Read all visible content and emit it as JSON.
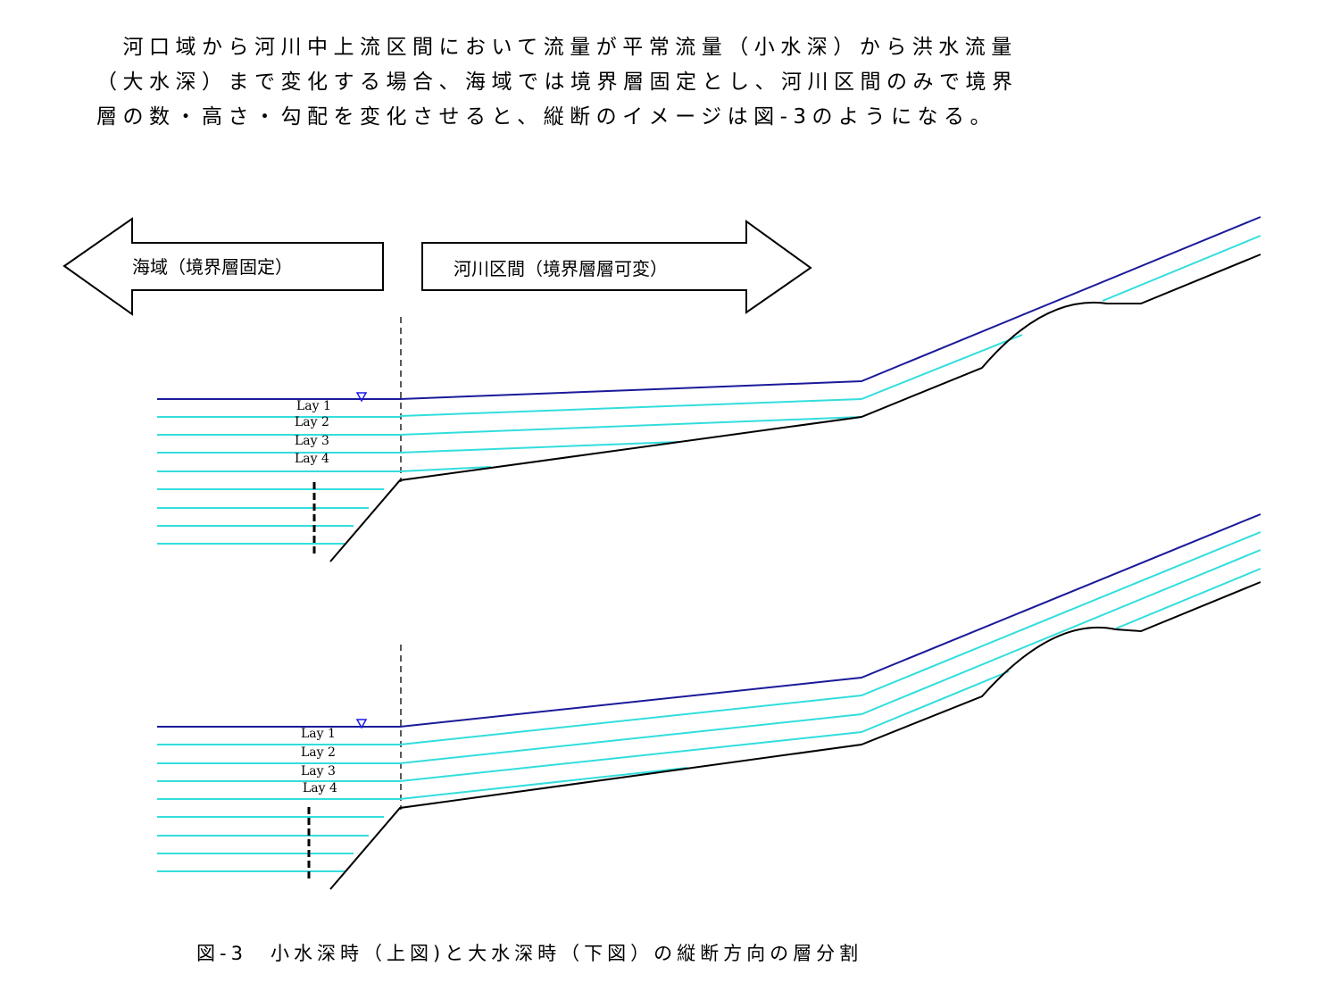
{
  "paragraph": {
    "line1": "　河口域から河川中上流区間において流量が平常流量（小水深）から洪水流量",
    "line2": "（大水深）まで変化する場合、海域では境界層固定とし、河川区間のみで境界",
    "line3": "層の数・高さ・勾配を変化させると、縦断のイメージは図-3のようになる。"
  },
  "arrows": {
    "left": "海域（境界層固定）",
    "right": "河川区間（境界層層可変）"
  },
  "top_diagram": {
    "layers": [
      "Lay 1",
      "Lay 2",
      "Lay 3",
      "Lay 4"
    ]
  },
  "bottom_diagram": {
    "layers": [
      "Lay 1",
      "Lay 2",
      "Lay 3",
      "Lay 4"
    ]
  },
  "caption": "図-3　小水深時（上図)と大水深時（下図）の縦断方向の層分割",
  "colors": {
    "water_surface": "#1a1a9a",
    "layer": "#33dddd",
    "bed": "#000000"
  }
}
